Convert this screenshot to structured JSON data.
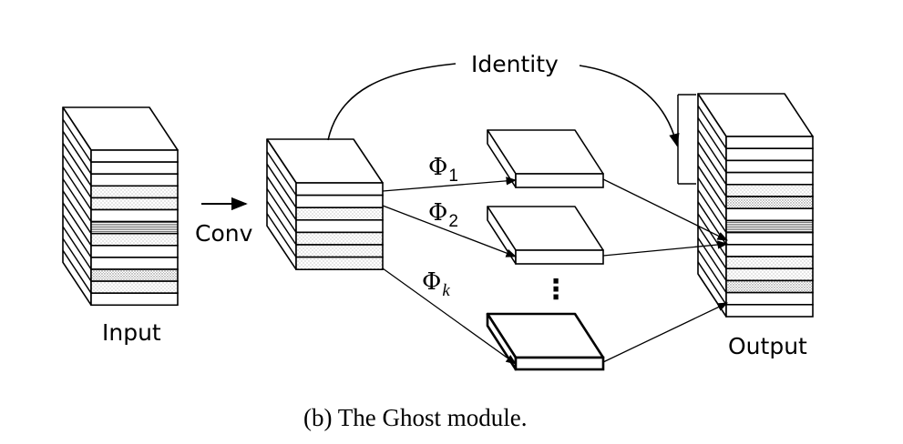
{
  "diagram": {
    "labels": {
      "input": "Input",
      "conv": "Conv",
      "identity": "Identity",
      "output": "Output",
      "phi": "Φ",
      "phi_1_sub": "1",
      "phi_2_sub": "2",
      "phi_k_sub": "k",
      "ellipsis": "⋮"
    },
    "caption": "(b)  The Ghost module."
  }
}
